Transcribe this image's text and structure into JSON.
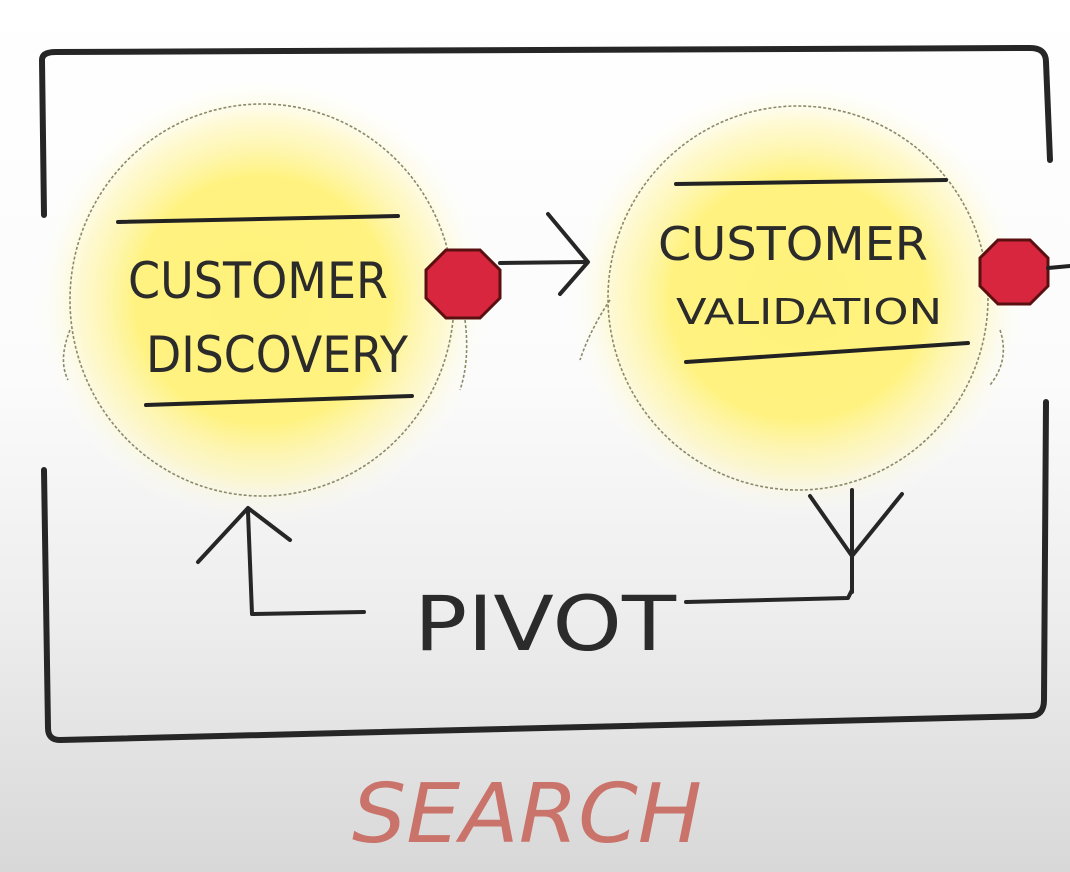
{
  "diagram": {
    "nodes": [
      {
        "id": "discovery",
        "line1": "CUSTOMER",
        "line2": "DISCOVERY"
      },
      {
        "id": "validation",
        "line1": "CUSTOMER",
        "line2": "VALIDATION"
      }
    ],
    "pivot_label": "PIVOT",
    "frame_label": "SEARCH",
    "colors": {
      "ink": "#2b2b2b",
      "highlight": "#fff07a",
      "stop_marker": "#d7263d",
      "caption": "#c9736a"
    },
    "edges": [
      {
        "from": "discovery",
        "to": "validation",
        "type": "arrow"
      },
      {
        "from": "validation",
        "to": "discovery",
        "type": "pivot-loop",
        "label": "PIVOT"
      }
    ]
  }
}
